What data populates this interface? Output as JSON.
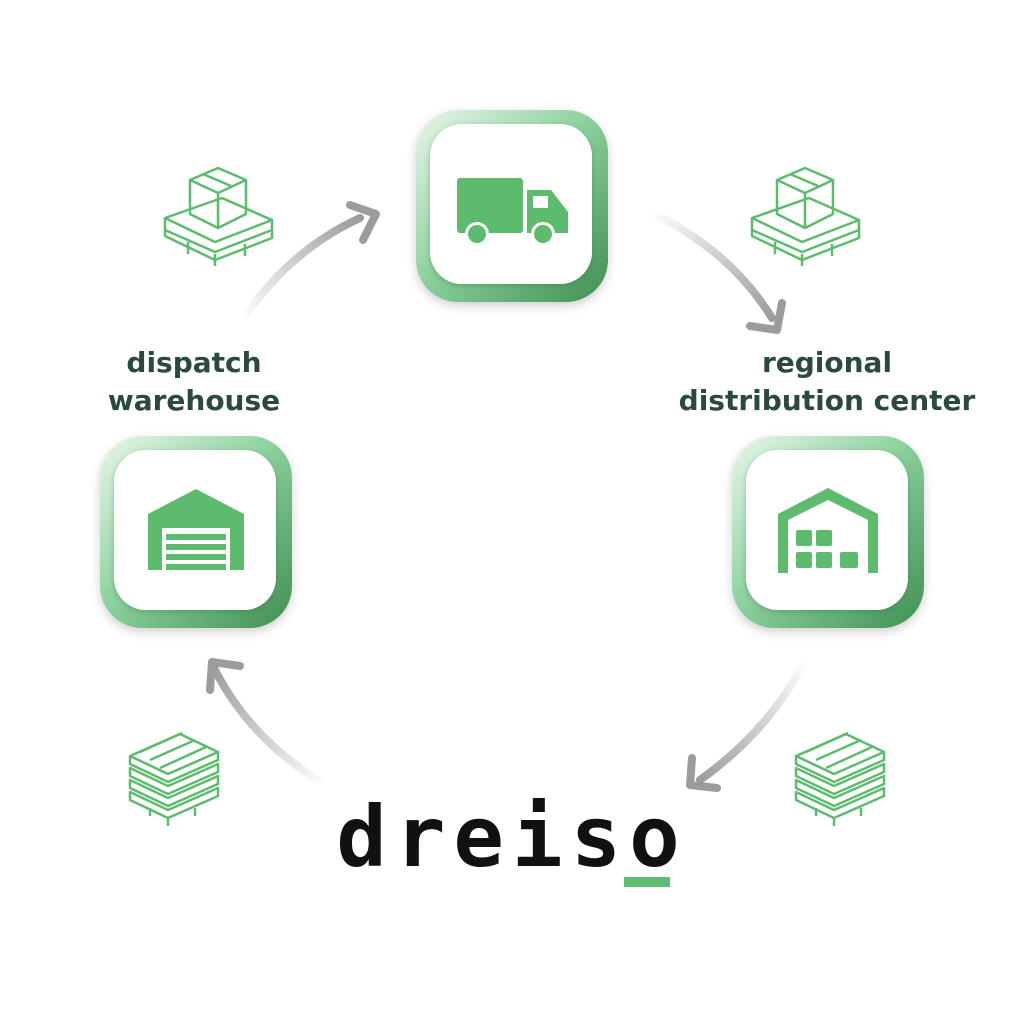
{
  "colors": {
    "green_light": "#8fd3a0",
    "green_mid": "#5fbd72",
    "green_dark": "#3f8f52",
    "icon_green": "#5dbb6e",
    "arrow_gray": "#9c9c9c",
    "label_text": "#2b4a3d",
    "brand_black": "#111111"
  },
  "nodes": {
    "truck": {
      "icon": "truck-icon"
    },
    "dispatch_warehouse": {
      "icon": "warehouse-garage-door-icon",
      "label_line1": "dispatch",
      "label_line2": "warehouse"
    },
    "regional_distribution_center": {
      "icon": "warehouse-boxes-icon",
      "label_line1": "regional",
      "label_line2": "distribution center"
    }
  },
  "decorations": [
    {
      "icon": "pallet-with-box-icon"
    },
    {
      "icon": "pallet-with-box-icon"
    },
    {
      "icon": "stacked-pallets-icon"
    },
    {
      "icon": "stacked-pallets-icon"
    }
  ],
  "brand": {
    "text": "dreiso",
    "accent_color": "#5fbd72"
  }
}
